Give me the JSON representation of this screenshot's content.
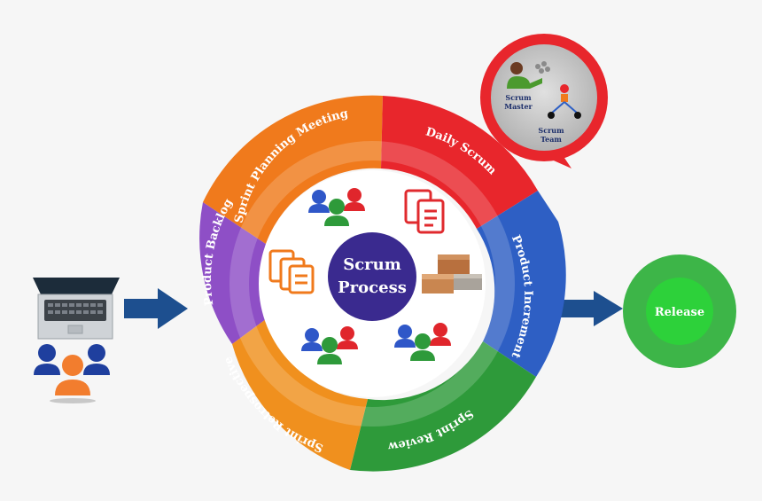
{
  "center": {
    "line1": "Scrum",
    "line2": "Process"
  },
  "phases": [
    {
      "label": "Sprint Planning Meeting",
      "color": "#f07a1c"
    },
    {
      "label": "Daily Scrum",
      "color": "#e8262c"
    },
    {
      "label": "Product Increment",
      "color": "#2e5fc4"
    },
    {
      "label": "Sprint Review",
      "color": "#2e9a3a"
    },
    {
      "label": "Sprint Retrospective",
      "color": "#f0901e"
    },
    {
      "label": "Product Backlog",
      "color": "#8e4fc6"
    }
  ],
  "bubble": {
    "master_line1": "Scrum",
    "master_line2": "Master",
    "team_line1": "Scrum",
    "team_line2": "Team"
  },
  "release": {
    "label": "Release",
    "color": "#3db548"
  },
  "colors": {
    "arrow": "#1d4f8f",
    "ring_inner": "#ffffff",
    "center_circle": "#3a2a8f"
  }
}
